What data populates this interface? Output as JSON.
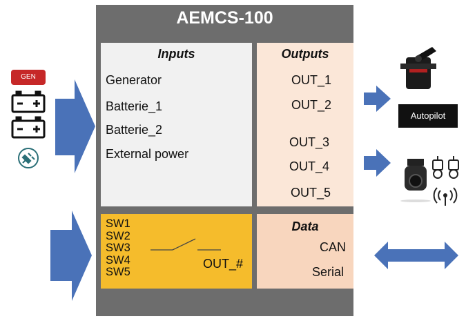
{
  "title": "AEMCS-100",
  "inputs": {
    "header": "Inputs",
    "items": [
      "Generator",
      "Batterie_1",
      "Batterie_2",
      "External power"
    ]
  },
  "outputs": {
    "header": "Outputs",
    "items": [
      "OUT_1",
      "OUT_2",
      "OUT_3",
      "OUT_4",
      "OUT_5"
    ]
  },
  "switches": {
    "items": [
      "SW1",
      "SW2",
      "SW3",
      "SW4",
      "SW5"
    ],
    "output_label": "OUT_#"
  },
  "data": {
    "header": "Data",
    "items": [
      "CAN",
      "Serial"
    ]
  },
  "left_icons": {
    "gen_label": "GEN",
    "battery_icon": "battery-icon",
    "plug_icon": "plug-icon"
  },
  "right_icons": {
    "autopilot_label": "Autopilot",
    "servo_icon": "servo-icon",
    "camera_icon": "camera-gimbal-icon",
    "engine_icon": "engine-icon",
    "antenna_icon": "antenna-icon"
  },
  "colors": {
    "module": "#6d6d6d",
    "inputs_panel": "#f1f1f1",
    "outputs_panel": "#fbe7d8",
    "switch_panel": "#f5bc2c",
    "data_panel": "#f8d6be",
    "arrow": "#4a72b8",
    "gen_badge": "#c62828"
  }
}
